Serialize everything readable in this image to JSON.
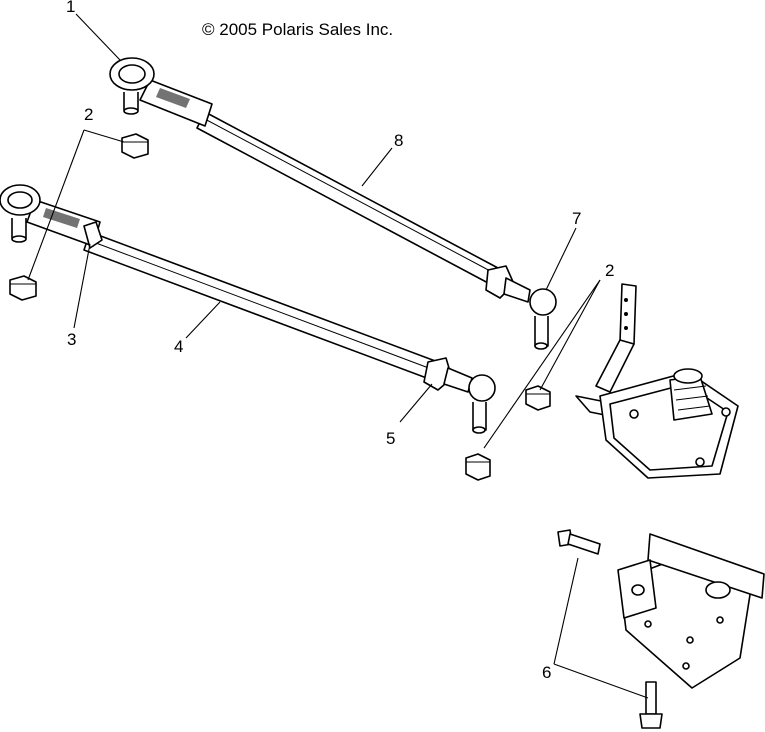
{
  "copyright": "© 2005 Polaris Sales Inc.",
  "callouts": {
    "c1": "1",
    "c2a": "2",
    "c2b": "2",
    "c3": "3",
    "c4": "4",
    "c5": "5",
    "c6": "6",
    "c7": "7",
    "c8": "8"
  }
}
